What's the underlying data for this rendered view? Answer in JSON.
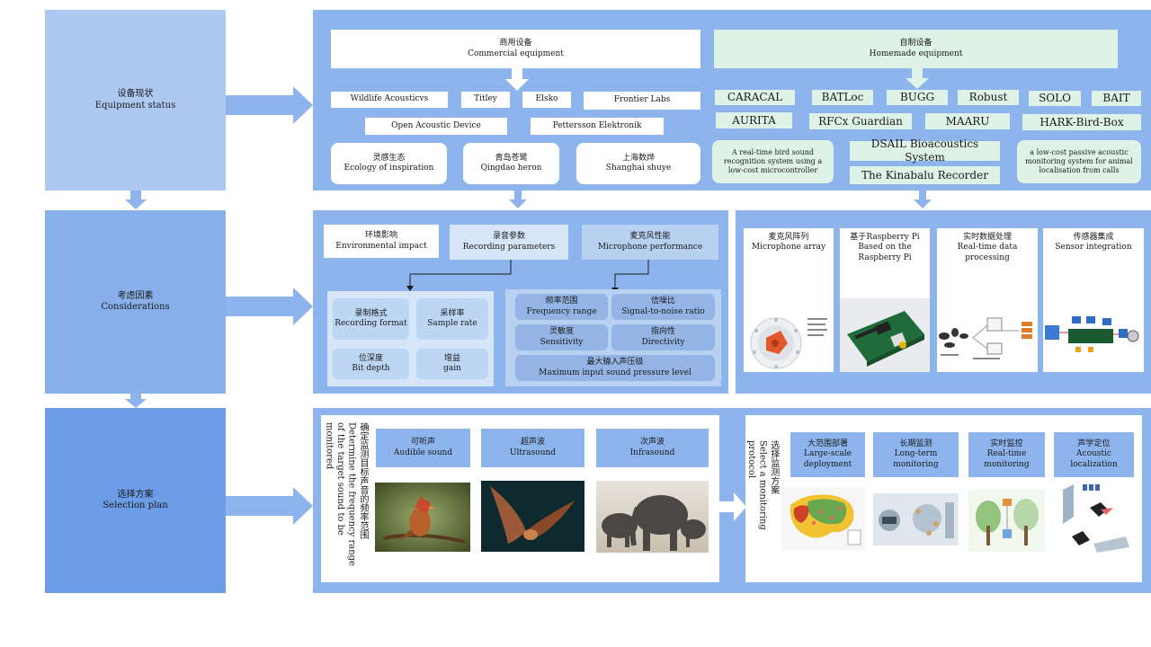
{
  "left": {
    "status": {
      "cn": "设备现状",
      "en": "Equipment status"
    },
    "considerations": {
      "cn": "考虑因素",
      "en": "Considerations"
    },
    "selection": {
      "cn": "选择方案",
      "en": "Selection plan"
    }
  },
  "commercial": {
    "header_cn": "商用设备",
    "header_en": "Commercial equipment",
    "items": [
      "Wildlife Acousticvs",
      "Titley",
      "Elsko",
      "Frontier Labs",
      "Open Acoustic Device",
      "Pettersson Elektronik"
    ],
    "cn_items": [
      {
        "cn": "灵感生态",
        "en": "Ecology of inspiration"
      },
      {
        "cn": "青岛苍鹭",
        "en": "Qingdao heron"
      },
      {
        "cn": "上海数烨",
        "en": "Shanghai shuye"
      }
    ]
  },
  "homemade": {
    "header_cn": "自制设备",
    "header_en": "Homemade equipment",
    "row1": [
      "CARACAL",
      "BATLoc",
      "BUGG",
      "Robust",
      "SOLO",
      "BAIT"
    ],
    "row2": [
      "AURITA",
      "RFCx Guardian",
      "MAARU",
      "HARK-Bird-Box"
    ],
    "desc1": "A real-time bird sound recognition system using a low-cost microcontroller",
    "dsail": "DSAIL Bioacoustics System",
    "kinabalu": "The Kinabalu Recorder",
    "desc2": "a low-cost passive acoustic monitoring system for animal localisation from calls"
  },
  "factors": {
    "env": {
      "cn": "环境影响",
      "en": "Environmental impact"
    },
    "rec": {
      "cn": "录音参数",
      "en": "Recording parameters"
    },
    "mic": {
      "cn": "麦克风性能",
      "en": "Microphone performance"
    },
    "rec_items": [
      {
        "cn": "录制格式",
        "en": "Recording format"
      },
      {
        "cn": "采样率",
        "en": "Sample rate"
      },
      {
        "cn": "位深度",
        "en": "Bit depth"
      },
      {
        "cn": "增益",
        "en": "gain"
      }
    ],
    "mic_items": [
      {
        "cn": "频率范围",
        "en": "Frequency range"
      },
      {
        "cn": "信噪比",
        "en": "Signal-to-noise ratio"
      },
      {
        "cn": "灵敏度",
        "en": "Sensitivity"
      },
      {
        "cn": "指向性",
        "en": "Directivity"
      },
      {
        "cn": "最大输入声压级",
        "en": "Maximum input sound pressure level"
      }
    ]
  },
  "hardware": [
    {
      "cn": "麦克风阵列",
      "en": "Microphone array"
    },
    {
      "cn": "基于Raspberry Pi",
      "en": "Based on the Raspberry Pi"
    },
    {
      "cn": "实时数据处理",
      "en": "Real-time data processing"
    },
    {
      "cn": "传感器集成",
      "en": "Sensor integration"
    }
  ],
  "frequency": {
    "vertical_cn": "确定监测目标声音的频率范围",
    "vertical_en": "Determine the frequency range of the target sound to be monitored",
    "items": [
      {
        "cn": "可听声",
        "en": "Audible sound"
      },
      {
        "cn": "超声波",
        "en": "Ultrasound"
      },
      {
        "cn": "次声波",
        "en": "Infrasound"
      }
    ]
  },
  "protocol": {
    "vertical_cn": "选择监测方案",
    "vertical_en": "Select a monitoring protocol",
    "items": [
      {
        "cn": "大范围部署",
        "en": "Large-scale deployment"
      },
      {
        "cn": "长期监测",
        "en": "Long-term monitoring"
      },
      {
        "cn": "实时监控",
        "en": "Real-time monitoring"
      },
      {
        "cn": "声学定位",
        "en": "Acoustic localization"
      }
    ]
  },
  "colors": {
    "left_1": "#adc9f1",
    "left_2": "#88b0ea",
    "left_3": "#6d9ce6",
    "panel": "#8db4ed",
    "arrow": "#8db4ed",
    "mint": "#dff2e6"
  }
}
